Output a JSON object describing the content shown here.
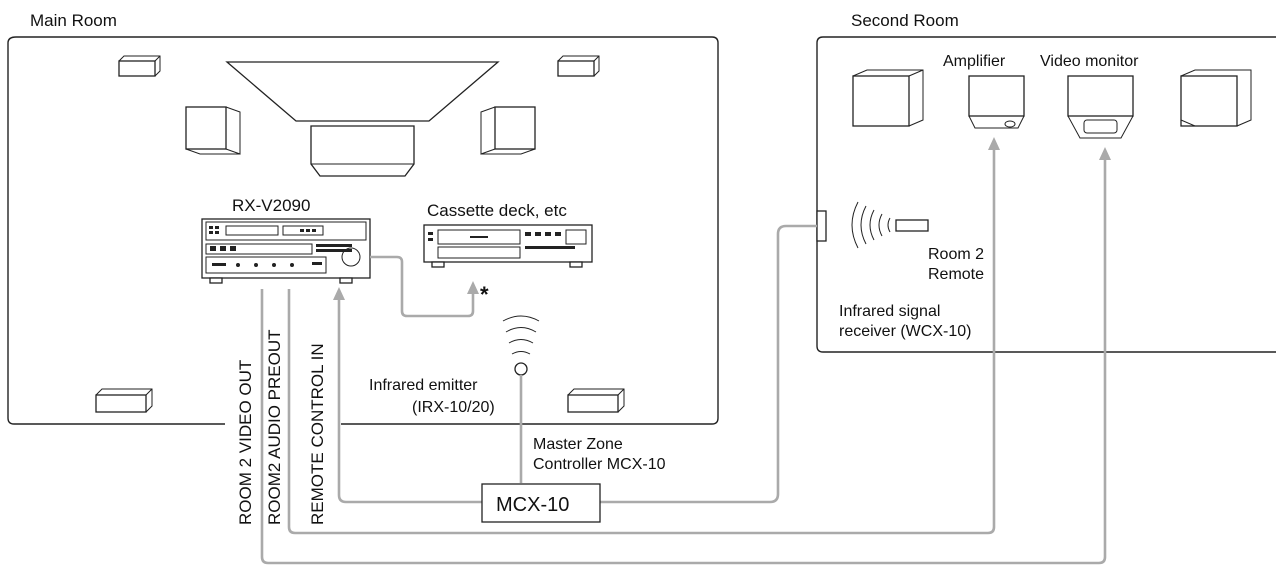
{
  "rooms": {
    "main": "Main Room",
    "second": "Second Room"
  },
  "devices": {
    "receiver": "RX-V2090",
    "cassette": "Cassette deck, etc",
    "amplifier": "Amplifier",
    "video_monitor": "Video monitor",
    "room2_remote_line1": "Room 2",
    "room2_remote_line2": "Remote",
    "ir_receiver_line1": "Infrared signal",
    "ir_receiver_line2": "receiver (WCX-10)",
    "ir_emitter_line1": "Infrared emitter",
    "ir_emitter_line2": "(IRX-10/20)",
    "controller_line1": "Master Zone",
    "controller_line2": "Controller MCX-10",
    "controller_box": "MCX-10",
    "asterisk": "*"
  },
  "connections": {
    "video_out": "ROOM 2 VIDEO OUT",
    "audio_preout": "ROOM2 AUDIO PREOUT",
    "remote_in": "REMOTE CONTROL IN"
  },
  "colors": {
    "cable": "#aaaaaa",
    "outline": "#222222"
  }
}
